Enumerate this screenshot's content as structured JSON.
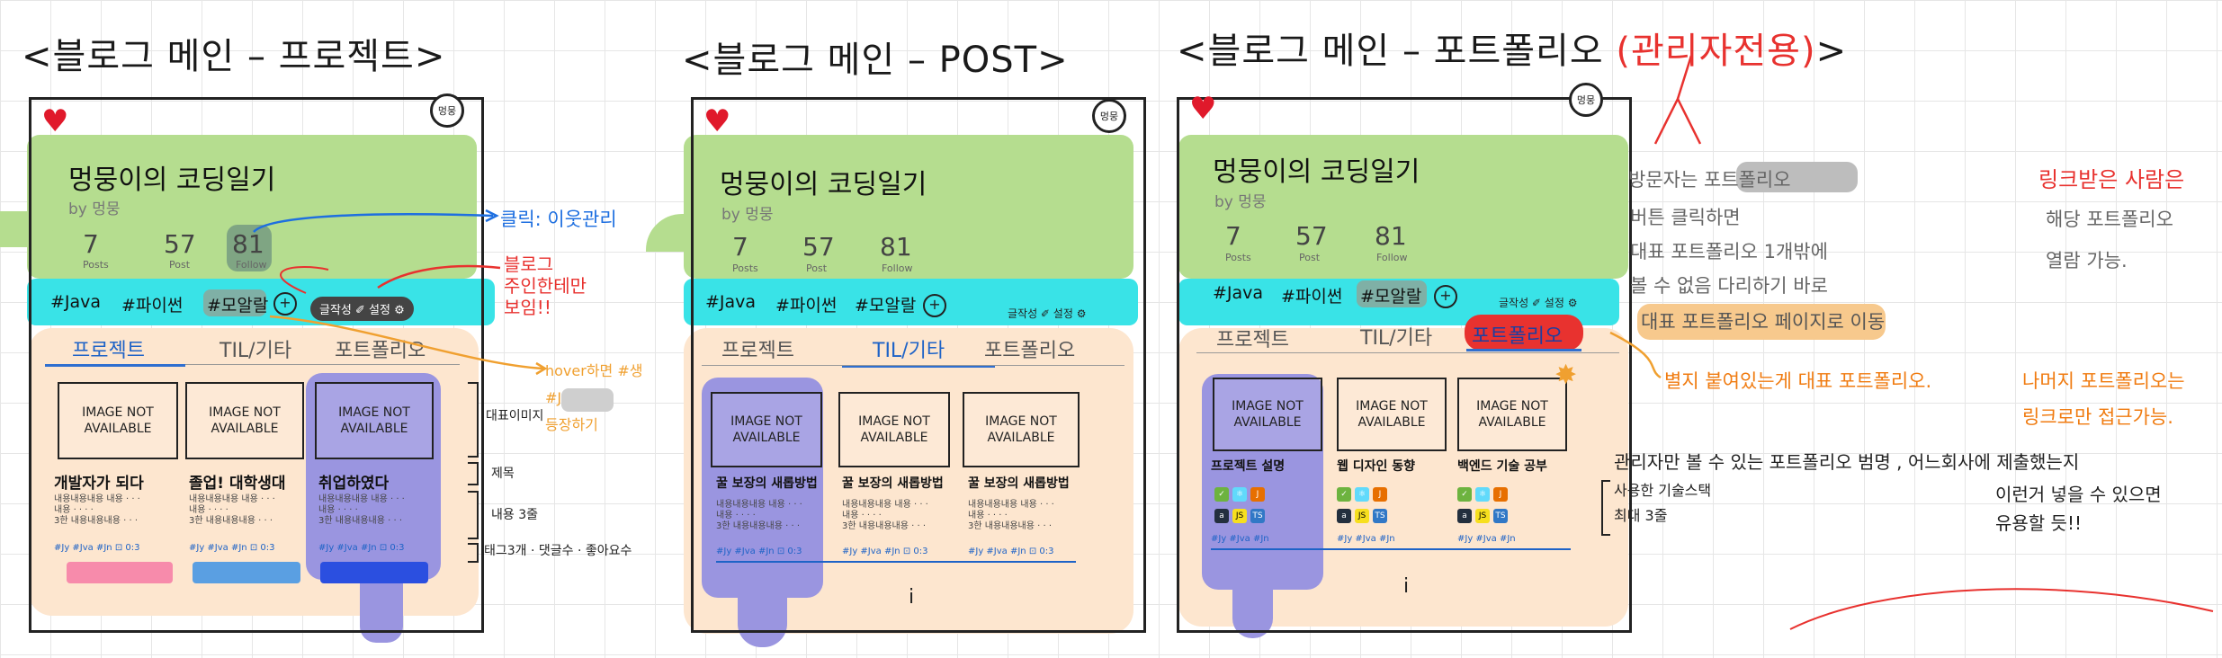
{
  "colors": {
    "green": "#b5dd8f",
    "cyan": "#39e3e7",
    "peach": "#fde6cf",
    "purple": "#9a95e0",
    "red": "#e8322f",
    "blue": "#1e63c7",
    "orange": "#f0a030"
  },
  "panel1": {
    "title": "<블로그 메인 – 프로젝트>",
    "blog_title": "멍뭉이의 코딩일기",
    "blog_sub": "by 멍뭉",
    "badge": "멍뭉",
    "stats": [
      {
        "num": "7",
        "lbl": "Posts"
      },
      {
        "num": "57",
        "lbl": "Post"
      },
      {
        "num": "81",
        "lbl": "Follow"
      }
    ],
    "tags": [
      "#Java",
      "#파이썬",
      "#모알랄"
    ],
    "dark_pill": "글작성 ✐ 설정 ⚙",
    "tabs": [
      "프로젝트",
      "TIL/기타",
      "포트폴리오"
    ],
    "image_text": "IMAGE NOT AVAILABLE",
    "cards": [
      {
        "title": "개발자가 되다",
        "meta": "#Jy #Jva #Jn  ⊡ 0:3"
      },
      {
        "title": "졸업! 대학생대",
        "meta": "#Jy #Jva #Jn  ⊡ 0:3"
      },
      {
        "title": "취업하였다",
        "meta": "#Jy #Jva #Jn  ⊡ 0:3"
      }
    ],
    "card_body": "내용내용내용 내용 · · ·\n내용 · · · ·\n3한 내용내용내용 · · ·",
    "ann_follow": "클릭: 이웃관리",
    "ann_owner": "블로그\n주인한테만\n보임!!",
    "ann_hover": "hover하면 #생\n#Java\n등장하기",
    "ann_labels": [
      "대표이미지",
      "제목",
      "내용 3줄",
      "태그3개 · 댓글수 · 좋아요수"
    ]
  },
  "panel2": {
    "title": "<블로그 메인 – POST>",
    "blog_title": "멍뭉이의 코딩일기",
    "blog_sub": "by 멍뭉",
    "badge": "멍뭉",
    "stats": [
      {
        "num": "7",
        "lbl": "Posts"
      },
      {
        "num": "57",
        "lbl": "Post"
      },
      {
        "num": "81",
        "lbl": "Follow"
      }
    ],
    "tags": [
      "#Java",
      "#파이썬",
      "#모알랄"
    ],
    "settings": "글작성 ✐ 설정 ⚙",
    "tabs": [
      "프로젝트",
      "TIL/기타",
      "포트폴리오"
    ],
    "image_text": "IMAGE NOT AVAILABLE",
    "card_title": "꿀 보장의 새롭방법",
    "card_body": "내용내용내용 내용 · · ·\n내용 · · · ·\n3한 내용내용내용 · · ·",
    "card_meta": "#Jy #Jva #Jn  ⊡ 0:3",
    "pager": "i"
  },
  "panel3": {
    "title_main": "<블로그 메인 – 포트폴리오 ",
    "title_red": "(관리자전용)",
    "title_end": ">",
    "blog_title": "멍뭉이의 코딩일기",
    "blog_sub": "by 멍뭉",
    "badge": "멍뭉",
    "stats": [
      {
        "num": "7",
        "lbl": "Posts"
      },
      {
        "num": "57",
        "lbl": "Post"
      },
      {
        "num": "81",
        "lbl": "Follow"
      }
    ],
    "tags": [
      "#Java",
      "#파이썬",
      "#모알랄"
    ],
    "settings": "글작성 ✐ 설정 ⚙",
    "tabs": [
      "프로젝트",
      "TIL/기타",
      "포트폴리오"
    ],
    "image_text": "IMAGE NOT AVAILABLE",
    "cards": [
      {
        "title": "프로젝트 설명",
        "meta": "#Jy #Jva #Jn"
      },
      {
        "title": "웹 디자인 동향",
        "meta": "#Jy #Jva #Jn"
      },
      {
        "title": "백엔드 기술 공부",
        "meta": "#Jy #Jva #Jn"
      }
    ],
    "pager": "i",
    "note_visitor": [
      "방문자는  포트폴리오",
      "버튼 클릭하면",
      "대표 포트폴리오 1개밖에",
      "볼 수 없음 다리하기 바로",
      "대표 포트폴리오 페이지로  이동"
    ],
    "note_link": [
      "링크받은 사람은",
      "해당 포트폴리오",
      "열람 가능."
    ],
    "note_star": "별지 붙여있는게 대표 포트폴리오.",
    "note_rest": [
      "나머지 포트폴리오는",
      "링크로만 접근가능."
    ],
    "note_admin": "관리자만 볼 수 있는 포트폴리오 범명 , 어느회사에 제출했는지",
    "note_admin2": [
      "이런거 넣을 수 있으면",
      "유용할 듯!!"
    ],
    "note_bracket": [
      "사용한 기술스택",
      "최대 3줄"
    ]
  }
}
